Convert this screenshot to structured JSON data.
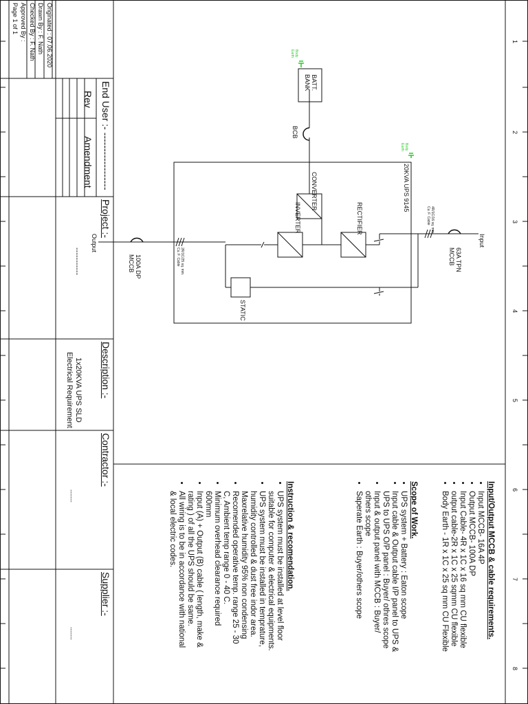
{
  "title_block": {
    "info_rows": [
      {
        "label": "Originated",
        "sep": ":",
        "value": "07.06.2020"
      },
      {
        "label": "Drawn By",
        "sep": ":",
        "value": "F. Nath"
      },
      {
        "label": "Checked By",
        "sep": ":",
        "value": "F. Nath"
      },
      {
        "label": "Approved By",
        "sep": ":",
        "value": ""
      },
      {
        "label": "Page",
        "sep": "",
        "value": "1 of 1"
      }
    ],
    "end_user_label": "End User :- ------------------",
    "rev_label": "Rev",
    "amendment_label": "Amendment",
    "project_label": "Project :-",
    "project_value": "-----------",
    "description_label": "Description :-",
    "description_line1": "1x20KVA UPS SLD",
    "description_line2": "Electrical Requirement",
    "contractor_label": "Contractor :-",
    "contractor_value": "-------",
    "supplier_label": "Supplier :-",
    "supplier_value": "-------"
  },
  "ruler": [
    "1",
    "2",
    "3",
    "4",
    "5",
    "6",
    "7",
    "8"
  ],
  "diagram": {
    "input_label": "Input",
    "input_mccb": "63A TPN",
    "input_mccb2": "MCCB",
    "input_cable_1": "4R/1C/16 sq. mm.",
    "input_cable_2": "Cu. F. Cable",
    "ups_label": "20KVA UPS 9145",
    "rectifier_label": "RECTIFIER",
    "inverter_label": "INVERTER",
    "converter_label": "CONVERTER",
    "static_label": "STATIC",
    "bcb_label": "BCB",
    "batt_line1": "BATT.",
    "batt_line2": "BANK",
    "body_earth_1": "Body",
    "body_earth_2": "Earth",
    "output_label": "Output",
    "output_mccb": "100A DP",
    "output_mccb2": "MCCB",
    "output_cable_1": "2R/1C/25 sq. mm.",
    "output_cable_2": "Cu. F. Cable"
  },
  "notes": {
    "mccb_heading": "Input/Output MCCB & cable requirements.",
    "mccb_items": [
      "Input MCCB- 16A 4P",
      "Output MCCB- 100A DP",
      "Input Cable- 4R x 1C x 16 sq mm CU flexible",
      "output cable-2R x 1C x 25 sqmm CU flexible",
      "Body Earth - 1R x 1C x 25 sq mm CU Flexible"
    ],
    "scope_heading": "Scope of Work.",
    "scope_items": [
      "UPS system + Battery : Eaton scope",
      "Input cable & Output cable I/P panel to UPS & UPS to UPS O/P panel : Buyer/ othres scope",
      "Input & output panel with MCCB : Buyer/ others scope",
      "Saperate Earth : Buyer/others scope"
    ],
    "instr_heading": "Instruction & recomendation.",
    "instr_items": [
      "UPS system must be installed at level floor suitable for computer & electrical equipments.",
      "UPS system must be installed in temprature, humidity controlled & dust free indor area. Maxrelative humidity 95% non condensing",
      "Recomended operative temp. range 25 - 30 C, Ambient temp range 0 - 40 C.",
      "Minimum overhead clearance required 600mm",
      "Input (A) + Output (B) cable ( length, make & rating ) of all the UPS should be same.",
      "All wiring is to be in accordance with national & local electric codes."
    ]
  },
  "colors": {
    "line": "#111111",
    "earth": "#22cc22"
  }
}
